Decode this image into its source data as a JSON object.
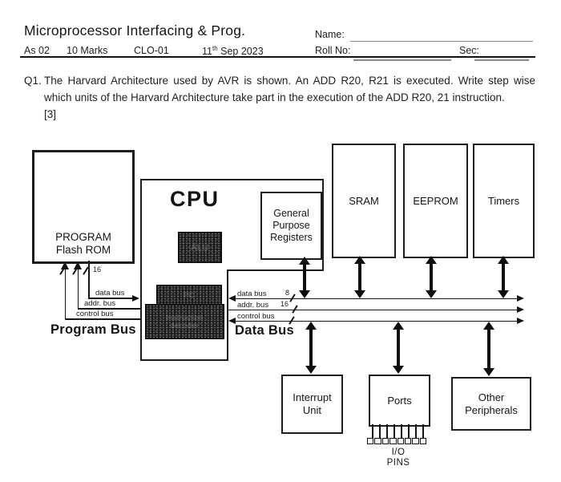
{
  "colors": {
    "ink": "#1c1c1c"
  },
  "header": {
    "title": "Microprocessor Interfacing & Prog.",
    "name_label": "Name:",
    "as_no": "As 02",
    "marks": "10 Marks",
    "clo": "CLO-01",
    "date_main": "11",
    "date_sup": "th",
    "date_tail": " Sep 2023",
    "roll_label": "Roll  No:",
    "sec_label": "Sec:"
  },
  "question": {
    "number": "Q1.",
    "line1": "The Harvard Architecture used by AVR is shown. An ADD R20, R21 is executed. Write step wise",
    "line2": "which units of the Harvard Architecture take part in the execution of the ADD R20, 21 instruction.",
    "marks": "[3]"
  },
  "diagram": {
    "program_rom": {
      "line1": "PROGRAM",
      "line2": "Flash ROM"
    },
    "cpu_label": "CPU",
    "cpu_blocks": {
      "alu": "ALU",
      "pc": "PC",
      "decoder_line1": "Instruction",
      "decoder_line2": "decoder"
    },
    "gpr": {
      "line1": "General",
      "line2": "Purpose",
      "line3": "Registers"
    },
    "sram": "SRAM",
    "eeprom": "EEPROM",
    "timers": "Timers",
    "interrupt": {
      "line1": "Interrupt",
      "line2": "Unit"
    },
    "ports": "Ports",
    "other": {
      "line1": "Other",
      "line2": "Peripherals"
    },
    "program_bus": {
      "title": "Program Bus",
      "width16": "16",
      "data": "data bus",
      "addr": "addr. bus",
      "control": "control bus"
    },
    "data_bus": {
      "title": "Data Bus",
      "data": "data bus",
      "data_width": "8",
      "addr": "addr. bus",
      "addr_width": "16",
      "control": "control bus"
    },
    "io_pins": {
      "line1": "I/O",
      "line2": "PINS"
    }
  }
}
